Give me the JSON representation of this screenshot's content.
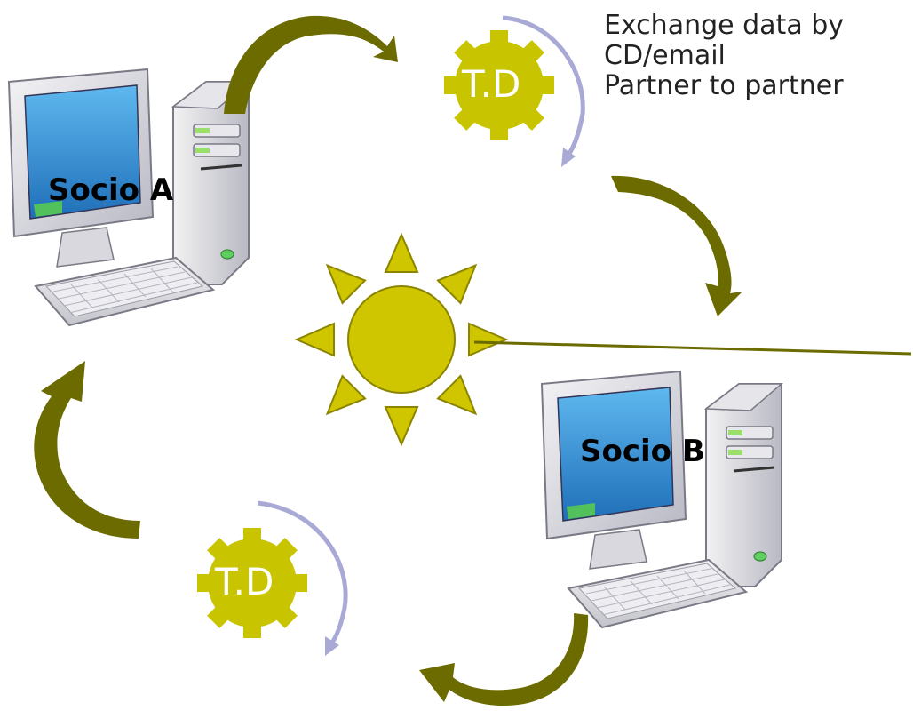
{
  "caption": {
    "line1": "Exchange data by",
    "line2": "CD/email",
    "line3": "Partner to partner"
  },
  "partner_a": {
    "label": "Socio A"
  },
  "partner_b": {
    "label": "Socio B"
  },
  "gear_top": {
    "label": "T.D"
  },
  "gear_bottom": {
    "label": "T.D"
  },
  "colors": {
    "arrow": "#6b6b00",
    "gear_fill": "#c9c400",
    "sun_fill": "#cfc600",
    "sun_stroke": "#8a8400",
    "refresh_arrow": "#a9a9d6",
    "screen": "#2a8fd6"
  }
}
